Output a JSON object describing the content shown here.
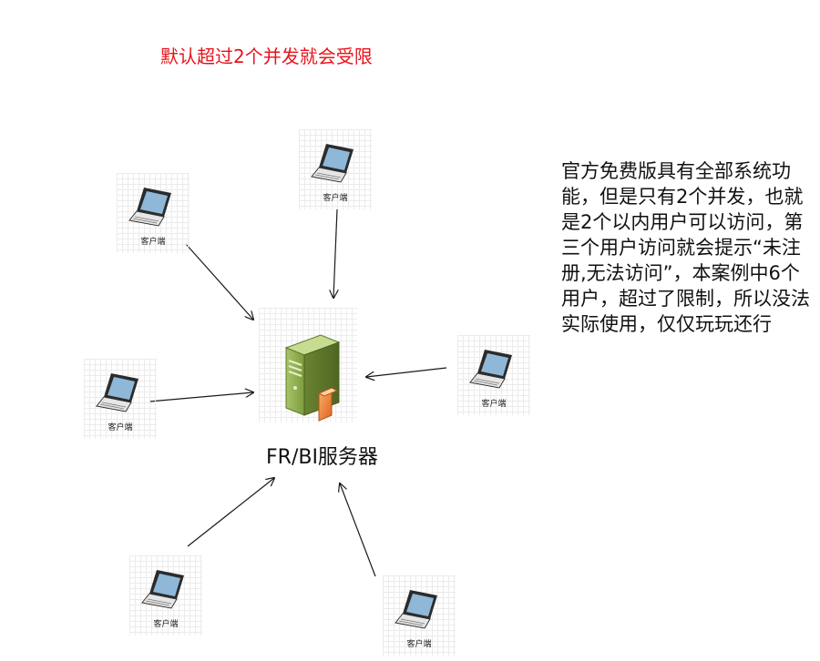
{
  "title": "默认超过2个并发就会受限",
  "note": "官方免费版具有全部系统功能，但是只有2个并发，也就是2个以内用户可以访问，第三个用户访问就会提示“未注册,无法访问”，本案例中6个用户，超过了限制，所以没法实际使用，仅仅玩玩还行",
  "server": {
    "label": "FR/BI服务器",
    "icon": "server-icon"
  },
  "clients": [
    {
      "id": "top-left",
      "label": "客户端",
      "icon": "laptop-icon"
    },
    {
      "id": "top-center",
      "label": "客户端",
      "icon": "laptop-icon"
    },
    {
      "id": "middle-left",
      "label": "客户端",
      "icon": "laptop-icon"
    },
    {
      "id": "middle-right",
      "label": "客户端",
      "icon": "laptop-icon"
    },
    {
      "id": "bottom-left",
      "label": "客户端",
      "icon": "laptop-icon"
    },
    {
      "id": "bottom-right",
      "label": "客户端",
      "icon": "laptop-icon"
    }
  ],
  "colors": {
    "title": "#e8131b",
    "text": "#111111",
    "arrow": "#1a1a1a"
  }
}
